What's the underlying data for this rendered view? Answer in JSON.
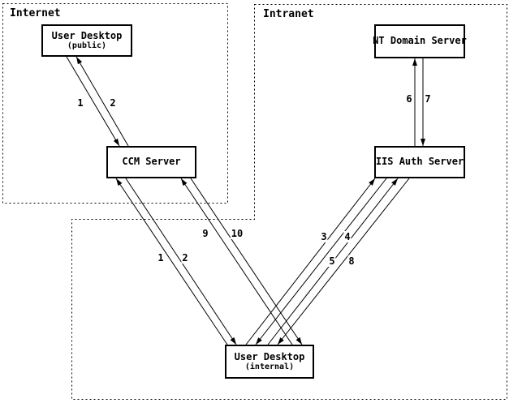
{
  "regions": {
    "internet": {
      "label": "Internet"
    },
    "intranet": {
      "label": "Intranet"
    }
  },
  "nodes": [
    {
      "id": "user-desktop-public",
      "title": "User Desktop",
      "subtitle": "(public)"
    },
    {
      "id": "ccm-server",
      "title": "CCM Server",
      "subtitle": ""
    },
    {
      "id": "nt-domain-server",
      "title": "NT Domain Server",
      "subtitle": ""
    },
    {
      "id": "iis-auth-server",
      "title": "IIS Auth Server",
      "subtitle": ""
    },
    {
      "id": "user-desktop-internal",
      "title": "User Desktop",
      "subtitle": "(internal)"
    }
  ],
  "edges": [
    {
      "label": "1",
      "from": "user-desktop-public",
      "to": "ccm-server"
    },
    {
      "label": "2",
      "from": "ccm-server",
      "to": "user-desktop-public"
    },
    {
      "label": "1",
      "from": "user-desktop-internal",
      "to": "ccm-server"
    },
    {
      "label": "2",
      "from": "ccm-server",
      "to": "user-desktop-internal"
    },
    {
      "label": "9",
      "from": "user-desktop-internal",
      "to": "ccm-server"
    },
    {
      "label": "10",
      "from": "ccm-server",
      "to": "user-desktop-internal"
    },
    {
      "label": "3",
      "from": "user-desktop-internal",
      "to": "iis-auth-server"
    },
    {
      "label": "4",
      "from": "iis-auth-server",
      "to": "user-desktop-internal"
    },
    {
      "label": "5",
      "from": "user-desktop-internal",
      "to": "iis-auth-server"
    },
    {
      "label": "8",
      "from": "iis-auth-server",
      "to": "user-desktop-internal"
    },
    {
      "label": "6",
      "from": "iis-auth-server",
      "to": "nt-domain-server"
    },
    {
      "label": "7",
      "from": "nt-domain-server",
      "to": "iis-auth-server"
    }
  ],
  "colors": {
    "line": "#000000",
    "background": "#ffffff"
  }
}
